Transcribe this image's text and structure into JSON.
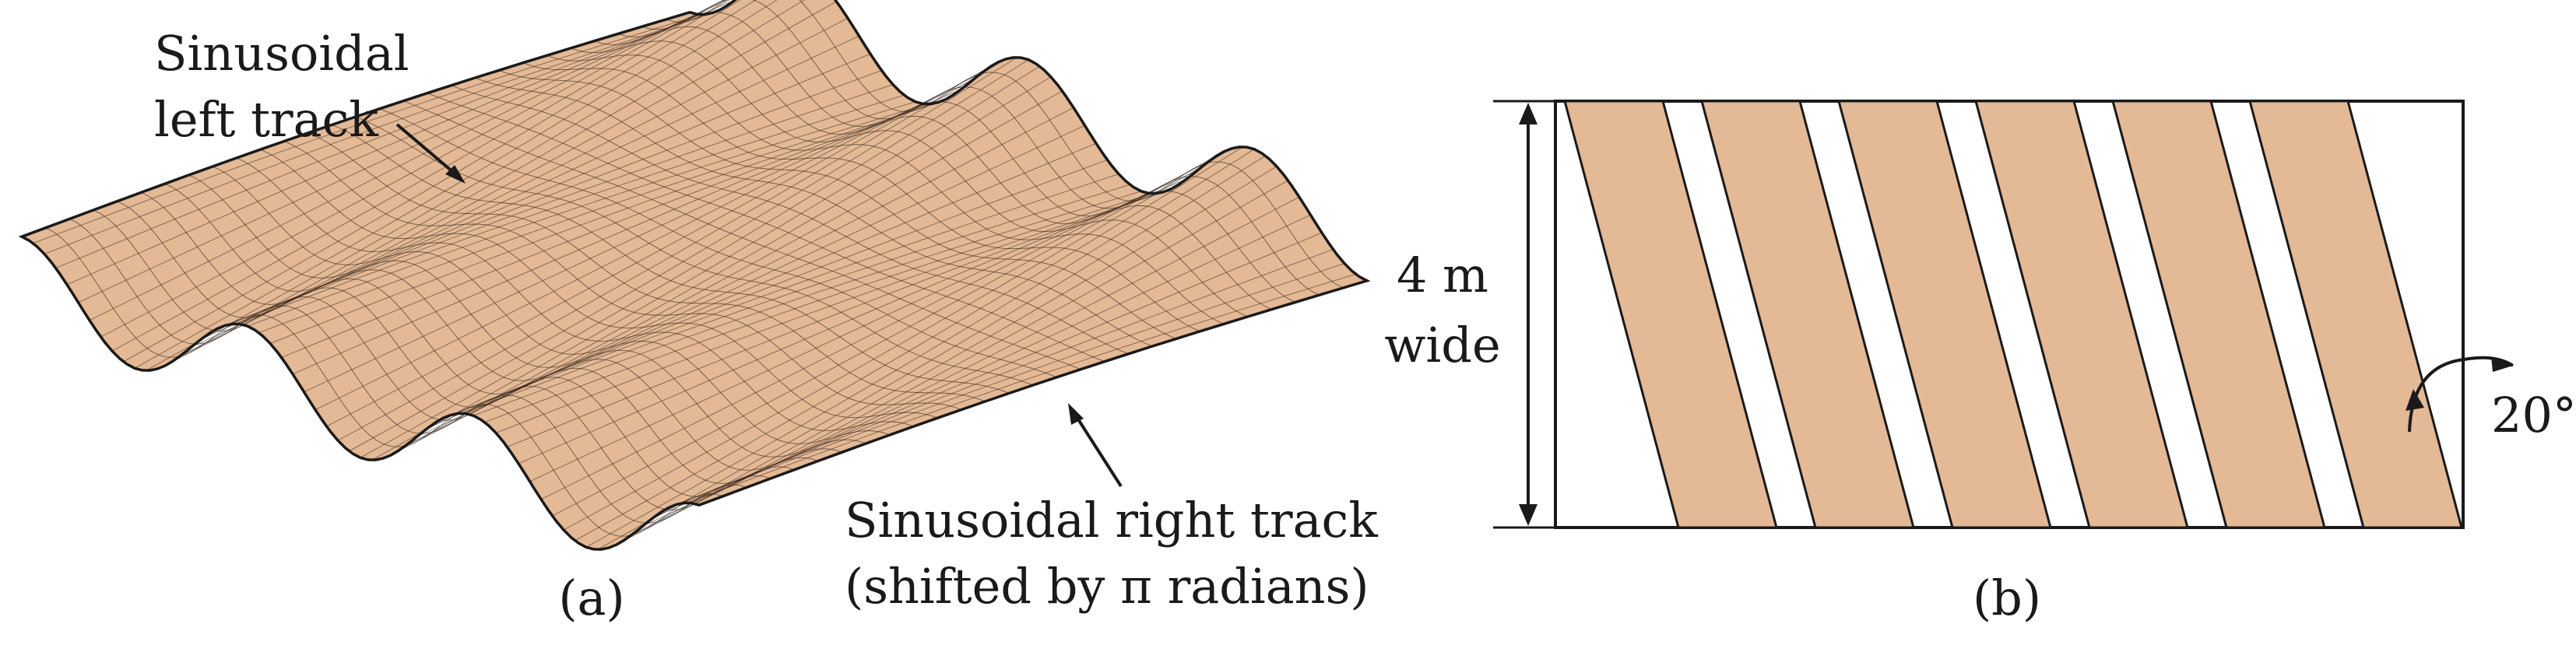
{
  "colors": {
    "surface": "#e4b995",
    "ink": "#1a1a1a",
    "mesh": "#3a2a20",
    "background": "#ffffff"
  },
  "panel_a": {
    "caption": "(a)",
    "left_track_label": [
      "Sinusoidal",
      "left track"
    ],
    "right_track_label": [
      "Sinusoidal right track",
      "(shifted by π radians)"
    ]
  },
  "panel_b": {
    "caption": "(b)",
    "width_label": [
      "4 m",
      "wide"
    ],
    "angle_label": "20°"
  }
}
